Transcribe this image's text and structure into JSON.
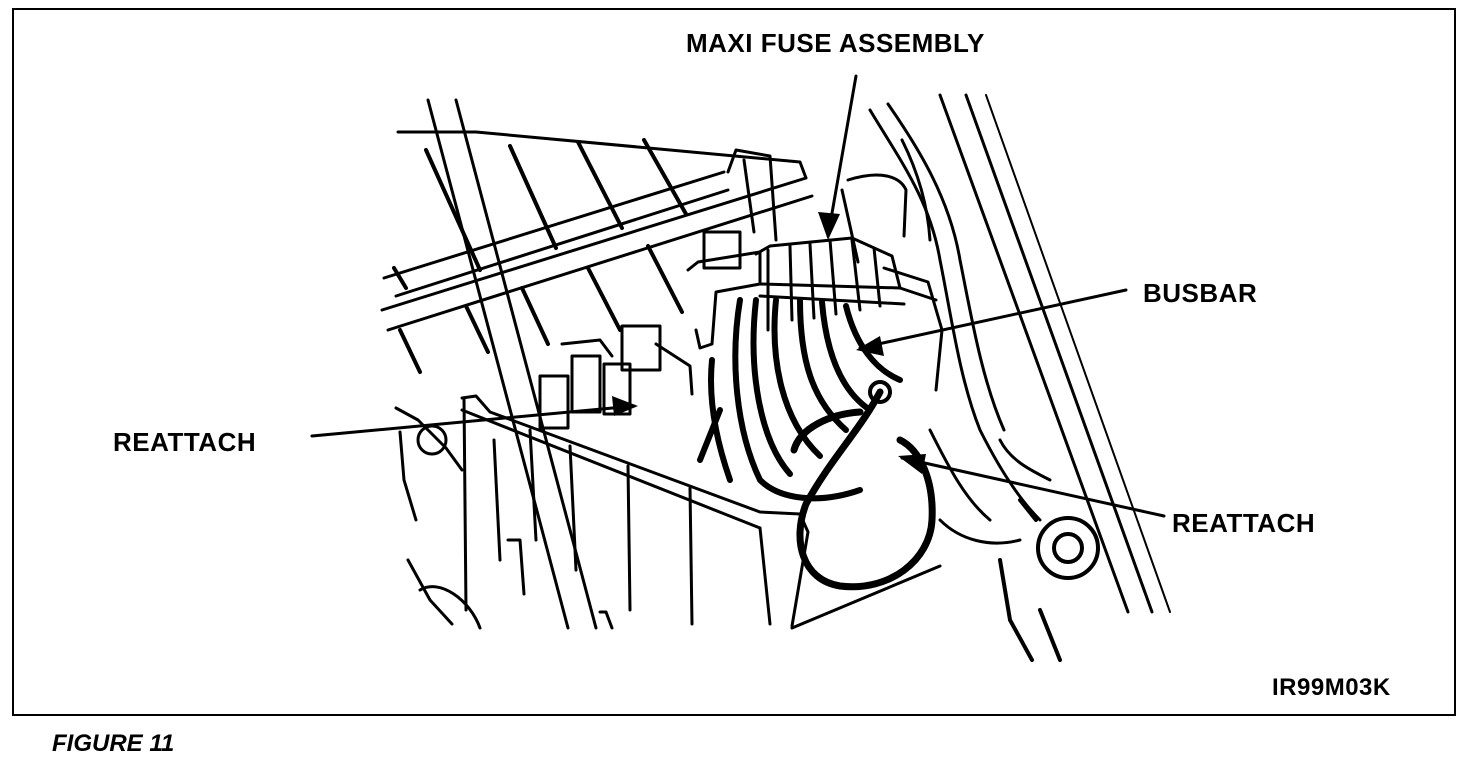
{
  "figure": {
    "labels": {
      "maxi_fuse_assembly": "MAXI FUSE ASSEMBLY",
      "busbar": "BUSBAR",
      "reattach_left": "REATTACH",
      "reattach_right": "REATTACH",
      "code": "IR99M03K"
    },
    "caption": "FIGURE 11"
  },
  "colors": {
    "ink": "#000000",
    "paper": "#ffffff"
  }
}
